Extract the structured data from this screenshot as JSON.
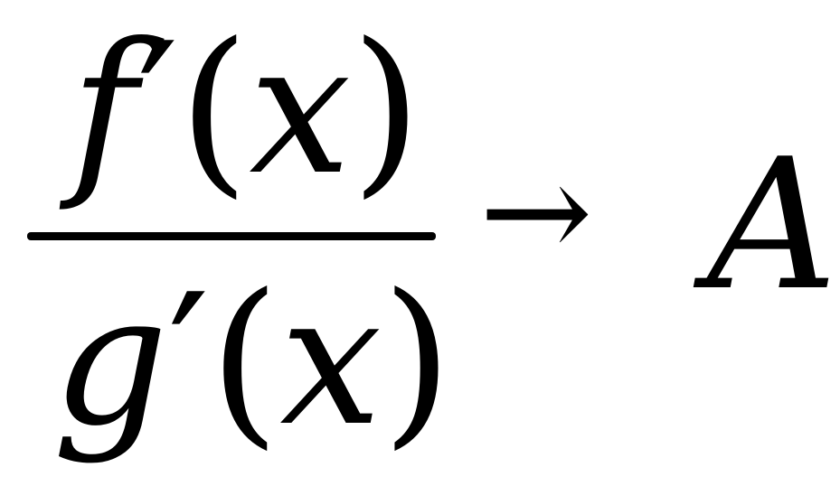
{
  "formula": {
    "numerator": {
      "func": "f",
      "prime": "′",
      "open": "(",
      "var": "x",
      "close": ")"
    },
    "denominator": {
      "func": "g",
      "prime": "′",
      "open": "(",
      "var": "x",
      "close": ")"
    },
    "arrow": "→",
    "limit": "A"
  }
}
